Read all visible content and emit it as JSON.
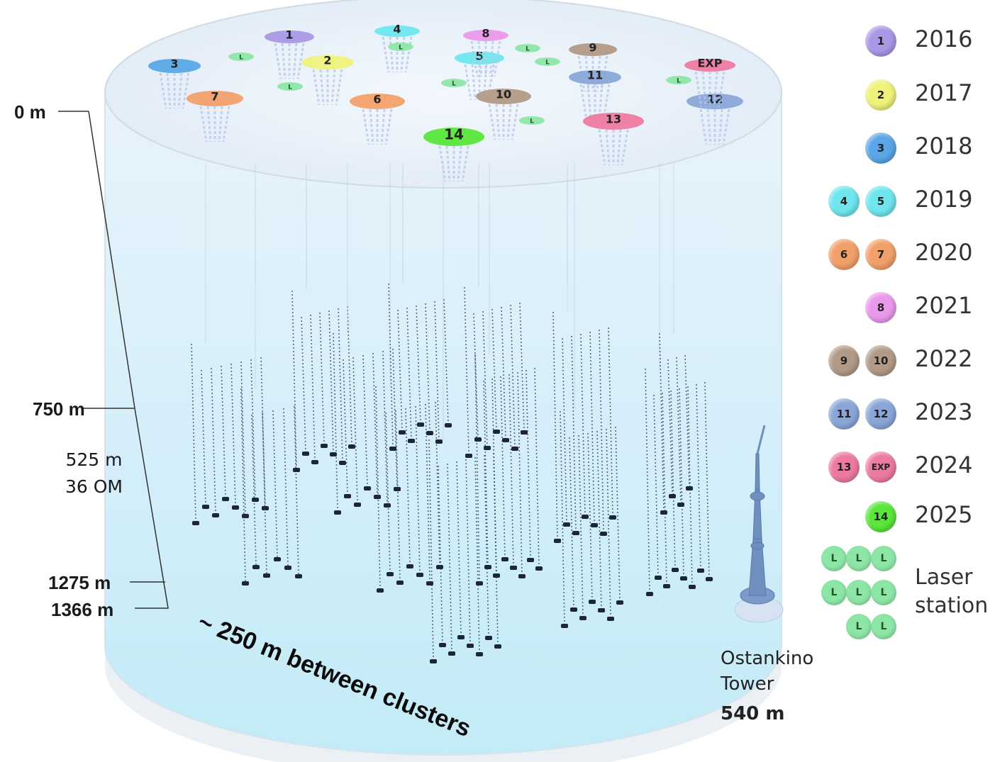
{
  "depths": {
    "surface": "0 m",
    "top_of_strings": "750 m",
    "string_length": "525 m",
    "om_count": "36 OM",
    "bottom_of_strings": "1275 m",
    "lake_floor": "1366 m"
  },
  "cluster_spacing_label": "~ 250 m between clusters",
  "clusters": [
    {
      "label": "1",
      "color": "#a998e6"
    },
    {
      "label": "2",
      "color": "#eef27a"
    },
    {
      "label": "3",
      "color": "#5aa6e6"
    },
    {
      "label": "4",
      "color": "#6fe6ee"
    },
    {
      "label": "5",
      "color": "#6fe6ee"
    },
    {
      "label": "6",
      "color": "#f2a06a"
    },
    {
      "label": "7",
      "color": "#f2a06a"
    },
    {
      "label": "8",
      "color": "#ea98ea"
    },
    {
      "label": "9",
      "color": "#b29a86"
    },
    {
      "label": "10",
      "color": "#b29a86"
    },
    {
      "label": "11",
      "color": "#8aa6d8"
    },
    {
      "label": "12",
      "color": "#8aa6d8"
    },
    {
      "label": "13",
      "color": "#ee7aa0"
    },
    {
      "label": "EXP",
      "color": "#ee7aa0"
    },
    {
      "label": "14",
      "color": "#5ae63a"
    }
  ],
  "laser_label": "L",
  "legend": [
    {
      "year": "2016",
      "badges": [
        {
          "label": "1",
          "color": "#a998e6"
        }
      ]
    },
    {
      "year": "2017",
      "badges": [
        {
          "label": "2",
          "color": "#eef27a"
        }
      ]
    },
    {
      "year": "2018",
      "badges": [
        {
          "label": "3",
          "color": "#5aa6e6"
        }
      ]
    },
    {
      "year": "2019",
      "badges": [
        {
          "label": "4",
          "color": "#6fe6ee"
        },
        {
          "label": "5",
          "color": "#6fe6ee"
        }
      ]
    },
    {
      "year": "2020",
      "badges": [
        {
          "label": "6",
          "color": "#f2a06a"
        },
        {
          "label": "7",
          "color": "#f2a06a"
        }
      ]
    },
    {
      "year": "2021",
      "badges": [
        {
          "label": "8",
          "color": "#ea98ea"
        }
      ]
    },
    {
      "year": "2022",
      "badges": [
        {
          "label": "9",
          "color": "#b29a86"
        },
        {
          "label": "10",
          "color": "#b29a86"
        }
      ]
    },
    {
      "year": "2023",
      "badges": [
        {
          "label": "11",
          "color": "#8aa6d8"
        },
        {
          "label": "12",
          "color": "#8aa6d8"
        }
      ]
    },
    {
      "year": "2024",
      "badges": [
        {
          "label": "13",
          "color": "#ee7aa0"
        },
        {
          "label": "EXP",
          "color": "#ee7aa0"
        }
      ]
    },
    {
      "year": "2025",
      "badges": [
        {
          "label": "14",
          "color": "#5ae63a"
        }
      ]
    }
  ],
  "laser_legend": {
    "line1": "Laser",
    "line2": "station",
    "badge_label": "L",
    "color": "#8ee6a6"
  },
  "tower": {
    "name_line1": "Ostankino",
    "name_line2": "Tower",
    "height": "540 m"
  }
}
